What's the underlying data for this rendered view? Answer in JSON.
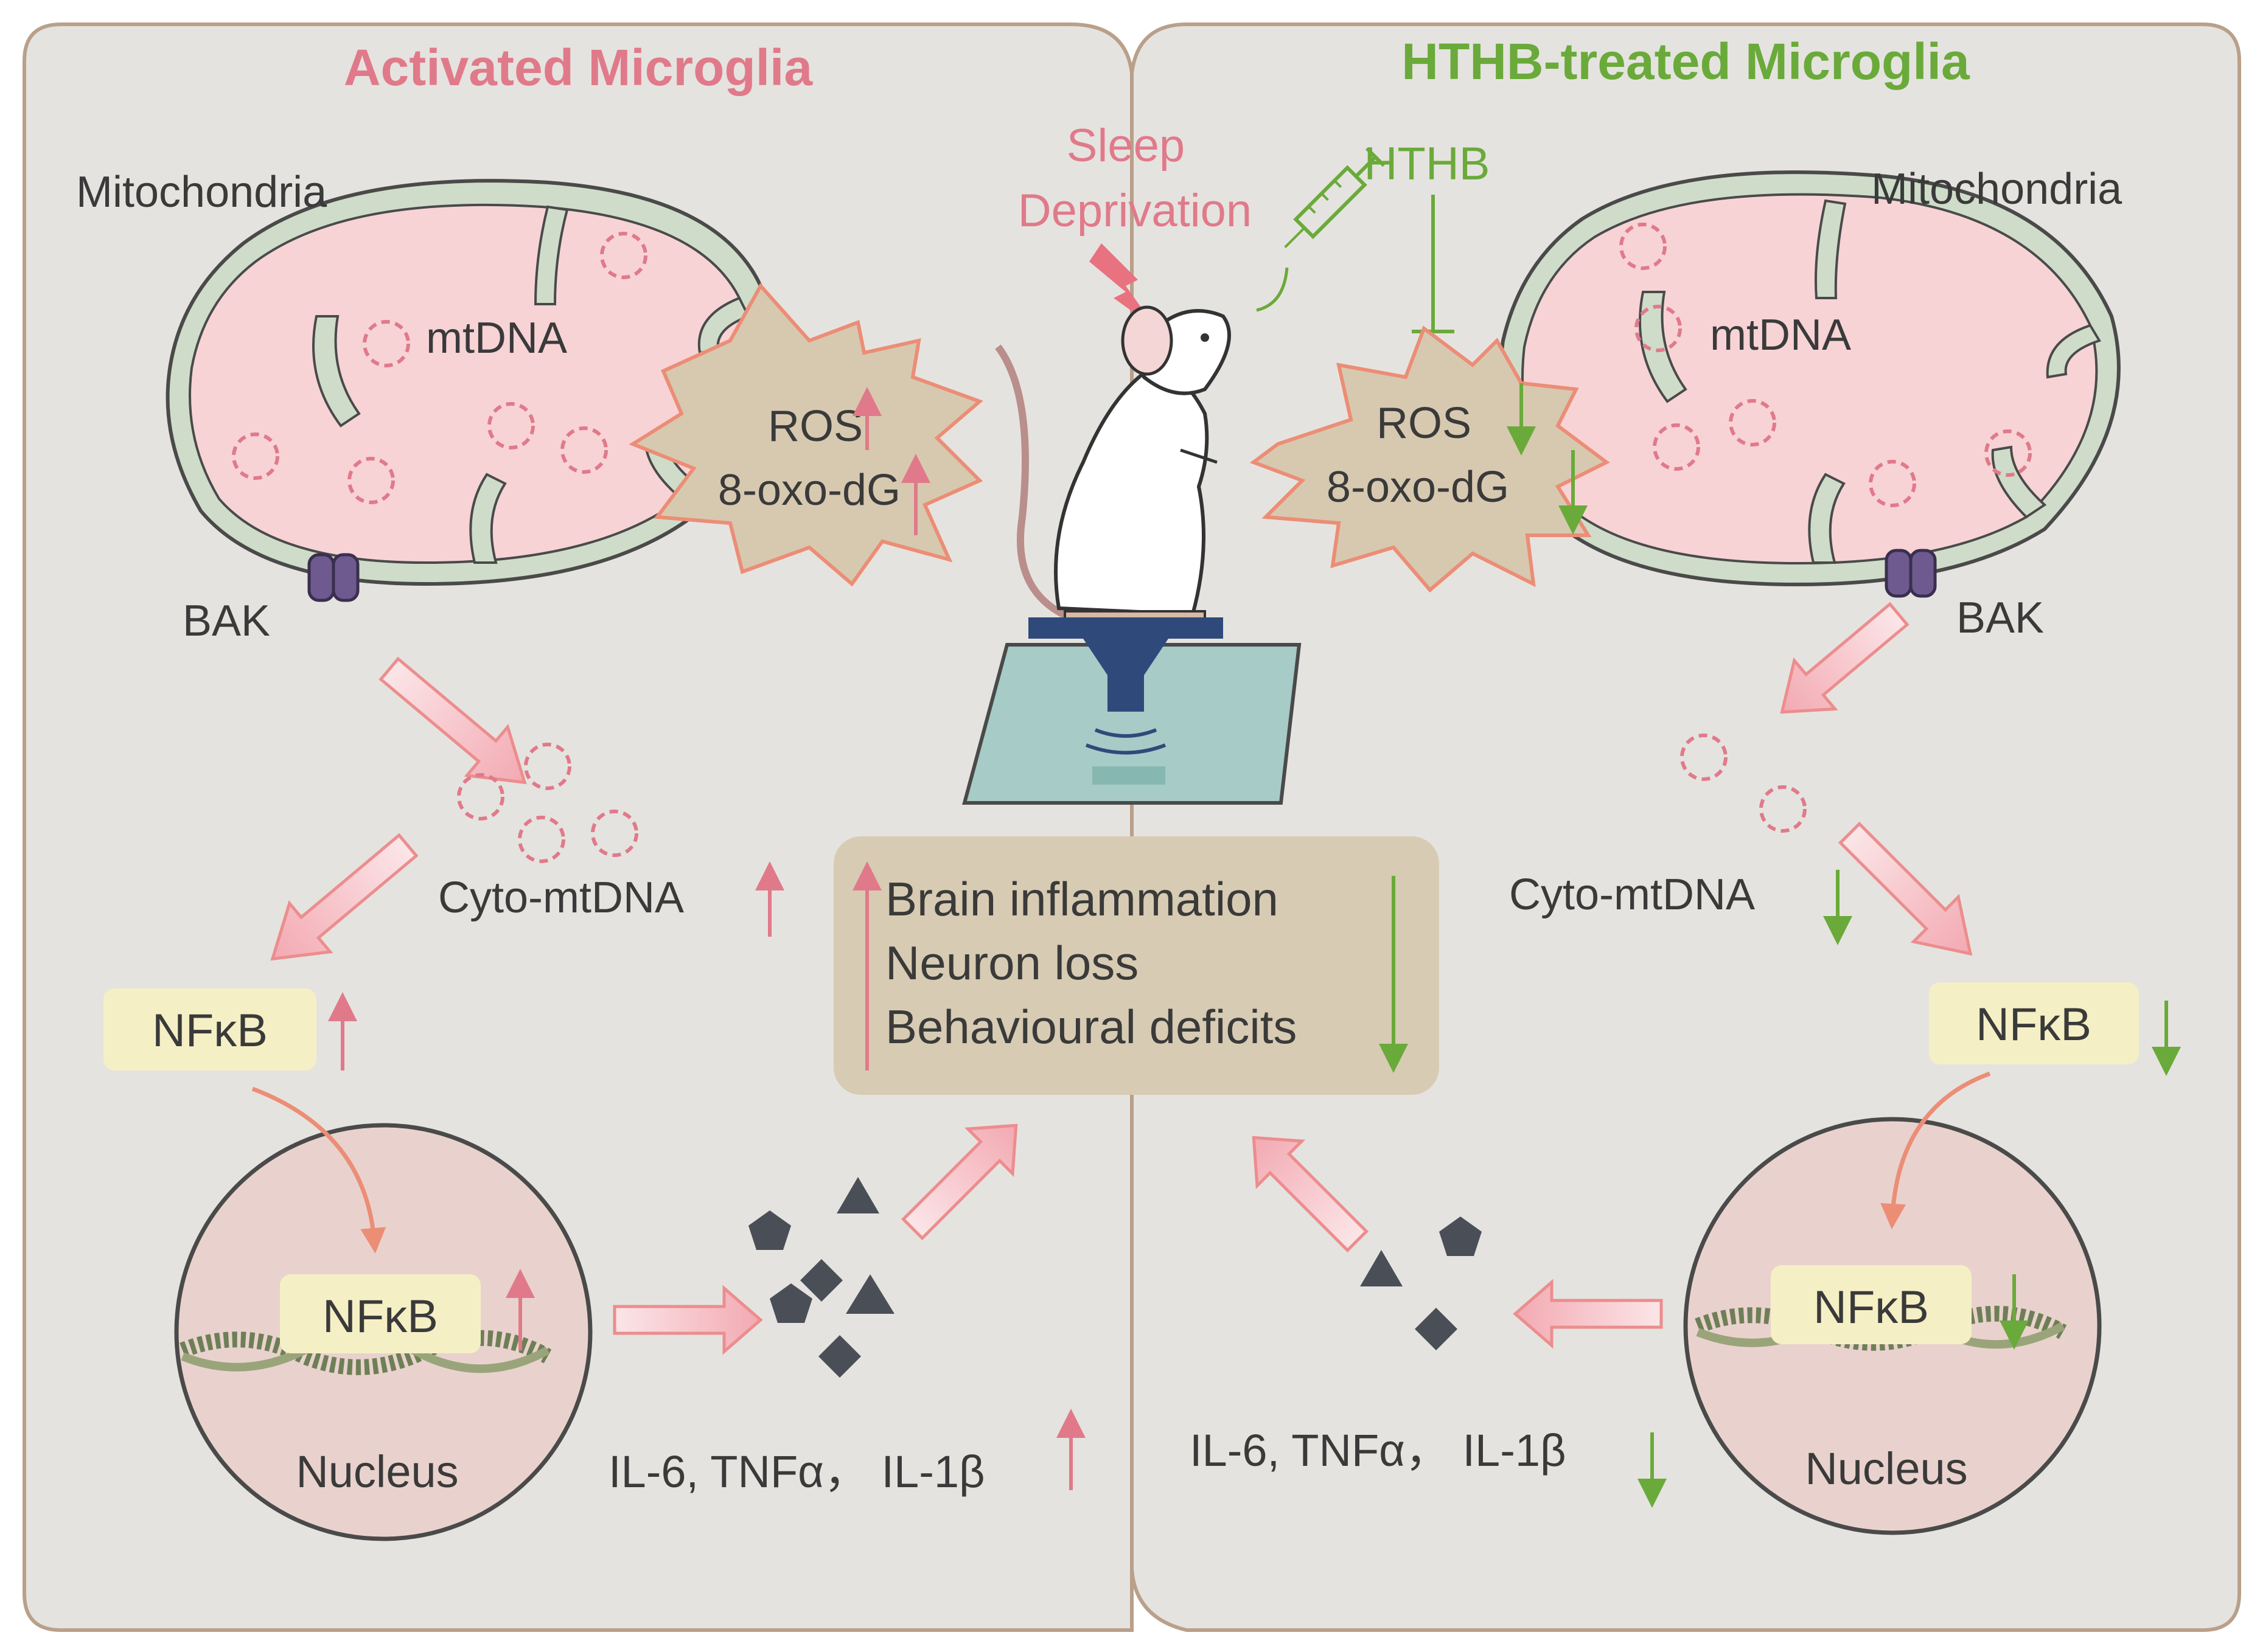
{
  "left_panel": {
    "title": "Activated Microglia",
    "mitochondria_label": "Mitochondria",
    "mtdna_label": "mtDNA",
    "ros_label": "ROS",
    "oxo_label": "8-oxo-dG",
    "bak_label": "BAK",
    "cyto_label": "Cyto-mtDNA",
    "nfkb_cyto": "NFκB",
    "nfkb_nuc": "NFκB",
    "nucleus_label": "Nucleus",
    "cytokines": "IL-6, TNFα， IL-1β"
  },
  "right_panel": {
    "title": "HTHB-treated  Microglia",
    "mitochondria_label": "Mitochondria",
    "mtdna_label": "mtDNA",
    "ros_label": "ROS",
    "oxo_label": "8-oxo-dG",
    "bak_label": "BAK",
    "cyto_label": "Cyto-mtDNA",
    "nfkb_cyto": "NFκB",
    "nfkb_nuc": "NFκB",
    "nucleus_label": "Nucleus",
    "cytokines": "IL-6, TNFα， IL-1β"
  },
  "center": {
    "sleep_line1": "Sleep",
    "sleep_line2": "Deprivation",
    "hthb": "HTHB",
    "outcomes": [
      "Brain inflammation",
      "Neuron loss",
      "Behavioural deficits"
    ]
  },
  "colors": {
    "panel_bg": "#e5e3df",
    "increase": "#e07a8a",
    "decrease": "#6aaa3a",
    "mito_fill": "#f7d3d6",
    "mito_membrane": "#cfdcc9"
  }
}
